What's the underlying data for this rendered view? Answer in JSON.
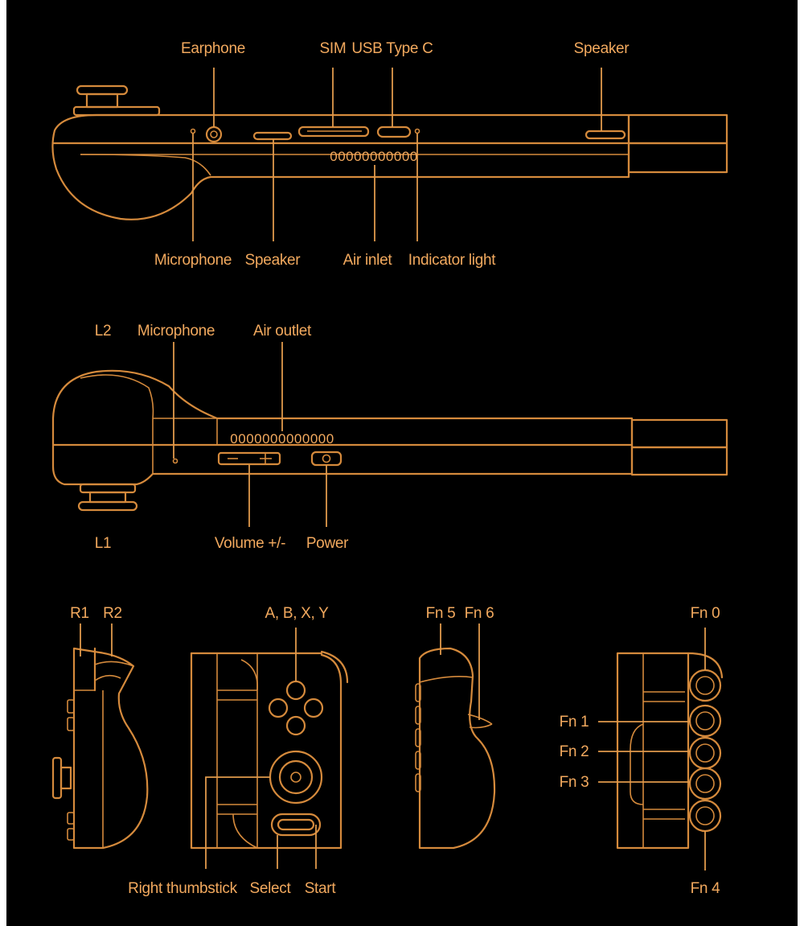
{
  "colors": {
    "background": "#000000",
    "line": "#d58a3c",
    "label": "#f2a95e",
    "frame": "#ffffff"
  },
  "top_view": {
    "labels": {
      "earphone": "Earphone",
      "sim": "SIM",
      "usb": "USB Type C",
      "speaker_top": "Speaker",
      "microphone": "Microphone",
      "speaker_bottom": "Speaker",
      "air_inlet": "Air inlet",
      "indicator": "Indicator light"
    },
    "vent_text": "00000000000"
  },
  "bottom_view": {
    "labels": {
      "l2": "L2",
      "microphone": "Microphone",
      "air_outlet": "Air outlet",
      "l1": "L1",
      "volume": "Volume +/-",
      "power": "Power"
    },
    "vent_text": "0000000000000"
  },
  "right_views": {
    "labels": {
      "r1": "R1",
      "r2": "R2",
      "abxy": "A, B, X, Y",
      "fn5": "Fn 5",
      "fn6": "Fn 6",
      "fn0": "Fn 0",
      "fn1": "Fn 1",
      "fn2": "Fn 2",
      "fn3": "Fn 3",
      "fn4": "Fn 4",
      "thumbstick": "Right thumbstick",
      "select": "Select",
      "start": "Start"
    }
  }
}
